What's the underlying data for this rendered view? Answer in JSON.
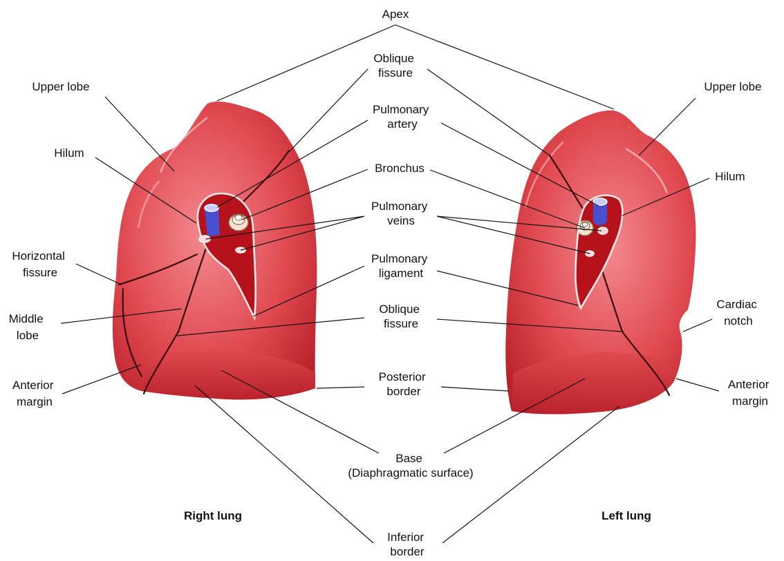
{
  "colors": {
    "lung": "#e0484f",
    "lung_light": "#f28a8f",
    "lung_dark": "#b8202a",
    "hilum_cavity": "#b5121b",
    "artery": "#4a4fd0",
    "hilum_rim": "#ffe4e4",
    "fissure": "#3a0a0a"
  },
  "titles": {
    "right": "Right lung",
    "left": "Left lung"
  },
  "labels": {
    "apex": [
      "Apex"
    ],
    "oblique_fissure_top": [
      "Oblique",
      "fissure"
    ],
    "pulmonary_artery": [
      "Pulmonary",
      "artery"
    ],
    "bronchus": [
      "Bronchus"
    ],
    "pulmonary_veins": [
      "Pulmonary",
      "veins"
    ],
    "pulmonary_ligament": [
      "Pulmonary",
      "ligament"
    ],
    "oblique_fissure_mid": [
      "Oblique",
      "fissure"
    ],
    "posterior_border": [
      "Posterior",
      "border"
    ],
    "base": [
      "Base",
      "(Diaphragmatic surface)"
    ],
    "inferior_border": [
      "Inferior",
      "border"
    ],
    "right_upper_lobe": [
      "Upper lobe"
    ],
    "right_hilum": [
      "Hilum"
    ],
    "horizontal_fissure": [
      "Horizontal",
      "fissure"
    ],
    "middle_lobe": [
      "Middle",
      "lobe"
    ],
    "right_anterior_margin": [
      "Anterior",
      "margin"
    ],
    "left_upper_lobe": [
      "Upper lobe"
    ],
    "left_hilum": [
      "Hilum"
    ],
    "cardiac_notch": [
      "Cardiac",
      "notch"
    ],
    "left_anterior_margin": [
      "Anterior",
      "margin"
    ]
  }
}
